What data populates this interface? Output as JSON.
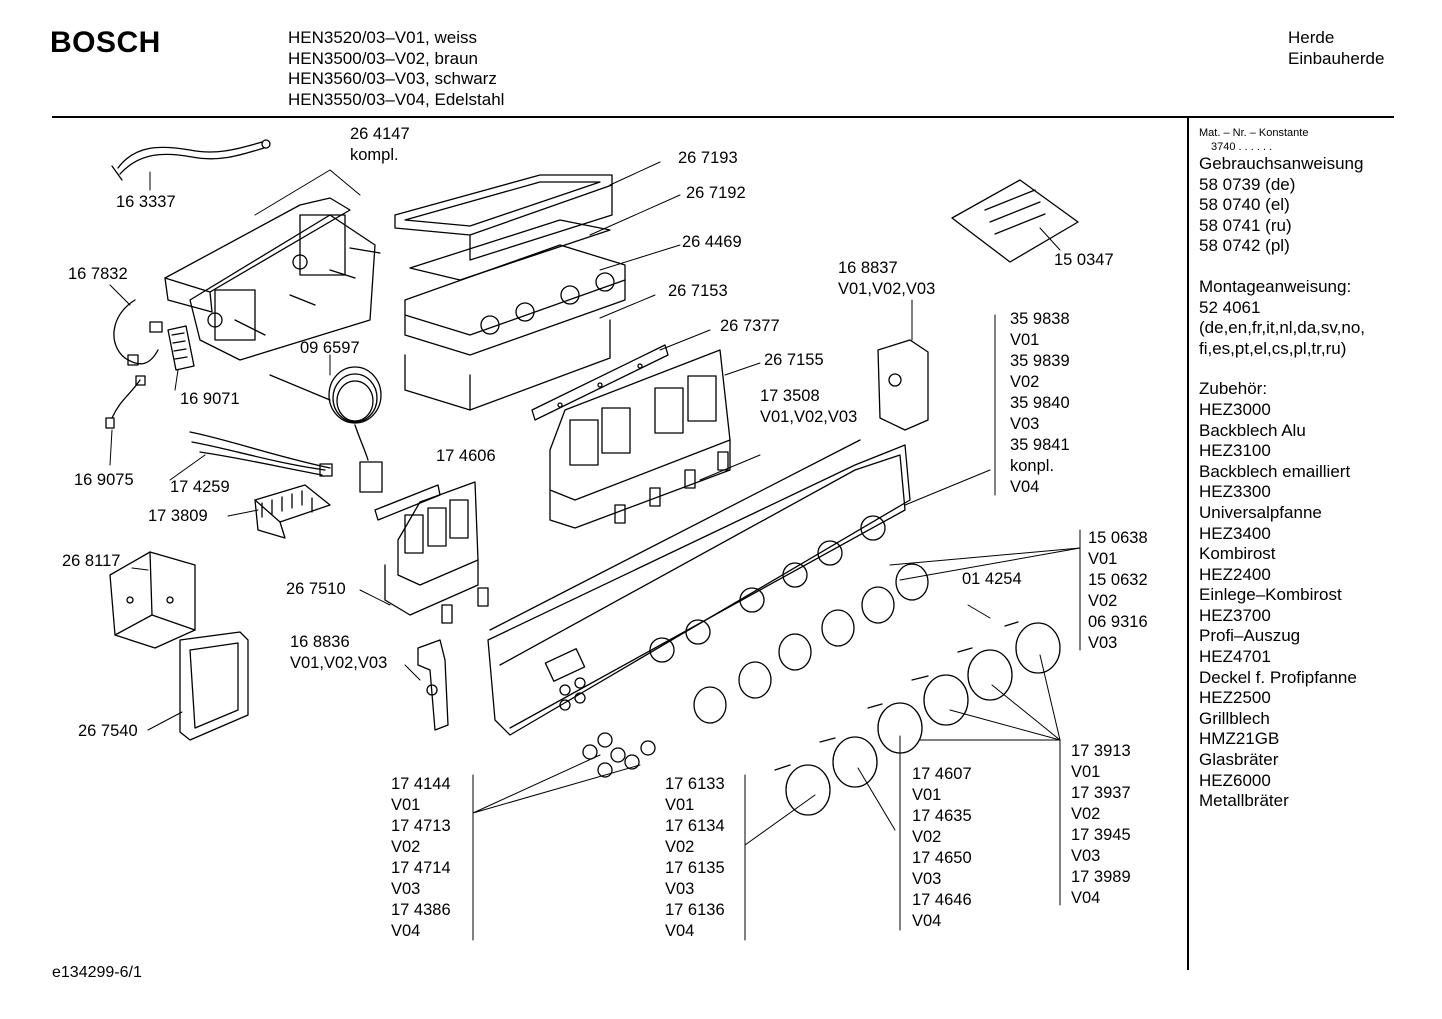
{
  "header": {
    "brand": "BOSCH",
    "models": [
      "HEN3520/03–V01, weiss",
      "HEN3500/03–V02, braun",
      "HEN3560/03–V03, schwarz",
      "HEN3550/03–V04, Edelstahl"
    ],
    "category": [
      "Herde",
      "Einbauherde"
    ]
  },
  "sidebar": {
    "mat_heading": "Mat. – Nr. – Konstante",
    "mat_value": "3740 . . . . . .",
    "sections": [
      {
        "lines": [
          "Gebrauchsanweisung",
          "58 0739 (de)",
          "58 0740 (el)",
          "58 0741 (ru)",
          "58 0742 (pl)"
        ]
      },
      {
        "lines": [
          "Montageanweisung:",
          "52 4061",
          "(de,en,fr,it,nl,da,sv,no,",
          "fi,es,pt,el,cs,pl,tr,ru)"
        ]
      },
      {
        "lines": [
          "Zubehör:",
          "HEZ3000",
          "Backblech Alu",
          "HEZ3100",
          "Backblech emailliert",
          "HEZ3300",
          "Universalpfanne",
          "HEZ3400",
          "Kombirost",
          "HEZ2400",
          "Einlege–Kombirost",
          "HEZ3700",
          "Profi–Auszug",
          "HEZ4701",
          "Deckel f. Profipfanne",
          "HEZ2500",
          "Grillblech",
          "HMZ21GB",
          "Glasbräter",
          "HEZ6000",
          "Metallbräter"
        ]
      }
    ]
  },
  "labels": {
    "p163337": "16 3337",
    "p264147": [
      "26 4147",
      "kompl."
    ],
    "p267193": "26 7193",
    "p267192": "26 7192",
    "p264469": "26 4469",
    "p267153": "26 7153",
    "p267377": "26 7377",
    "p267155": "26 7155",
    "p167832": "16 7832",
    "p169071": "16 9071",
    "p096597": "09 6597",
    "p169075": "16 9075",
    "p174259": "17 4259",
    "p174606": "17 4606",
    "p173809": "17 3809",
    "p268117": "26 8117",
    "p267510": "26 7510",
    "p168836": [
      "16 8836",
      "V01,V02,V03"
    ],
    "p267540": "26 7540",
    "p168837": [
      "16 8837",
      "V01,V02,V03"
    ],
    "p150347": "15 0347",
    "p173508": [
      "17 3508",
      "V01,V02,V03"
    ],
    "p014254": "01 4254"
  },
  "blocks": {
    "b359838": [
      "35 9838",
      "V01",
      "35 9839",
      "V02",
      "35 9840",
      "V03",
      "35 9841",
      "konpl.",
      "V04"
    ],
    "b150638": [
      "15 0638",
      "V01",
      "15 0632",
      "V02",
      "06 9316",
      "V03"
    ],
    "b174144": [
      "17 4144",
      "V01",
      "17 4713",
      "V02",
      "17 4714",
      "V03",
      "17 4386",
      "V04"
    ],
    "b176133": [
      "17 6133",
      "V01",
      "17 6134",
      "V02",
      "17 6135",
      "V03",
      "17 6136",
      "V04"
    ],
    "b174607": [
      "17 4607",
      "V01",
      "17 4635",
      "V02",
      "17 4650",
      "V03",
      "17 4646",
      "V04"
    ],
    "b173913": [
      "17 3913",
      "V01",
      "17 3937",
      "V02",
      "17 3945",
      "V03",
      "17 3989",
      "V04"
    ]
  },
  "footer": {
    "doc_id": "e134299-6/1"
  }
}
